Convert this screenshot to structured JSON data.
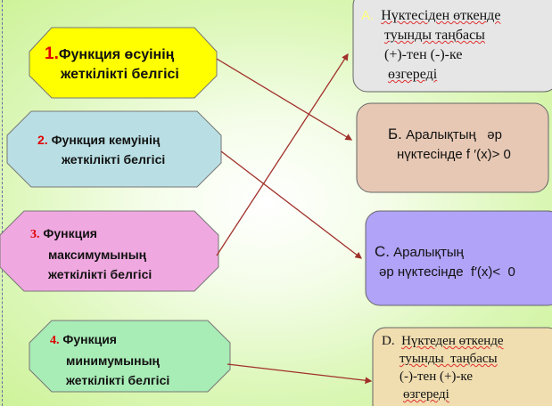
{
  "left": [
    {
      "num": "1.",
      "lines": [
        "Функция өсуінің",
        "жеткілікті белгісі"
      ],
      "color": "#ffff00"
    },
    {
      "num": "2.",
      "lines": [
        "Функция кемуінің",
        "жеткілікті белгісі"
      ],
      "color": "#b9dfe4"
    },
    {
      "num": "3.",
      "lines": [
        "Функция",
        "максимумының",
        "жеткілікті  белгісі"
      ],
      "color": "#f0a8e0"
    },
    {
      "num": "4.",
      "lines": [
        "Функция",
        "минимумының",
        "жеткілікті белгісі"
      ],
      "color": "#a8ecb6"
    }
  ],
  "right": [
    {
      "letter": "А.",
      "lines": [
        "Нүктесіден өткенде",
        "туынды таңбасы",
        "(+)-тен (-)-ке",
        "өзгереді"
      ],
      "color": "#e6e6e6"
    },
    {
      "letter": "Б.",
      "lines": [
        "Аралықтың   әр",
        "нүктесінде f ′(x)> 0"
      ],
      "color": "#e6c8b4"
    },
    {
      "letter": "С.",
      "lines": [
        "Аралықтың",
        "әр нүктесінде  f′(x)<  0"
      ],
      "color": "#b0a3f8"
    },
    {
      "letter": "D.",
      "lines": [
        "Нүктеден өткенде",
        "туынды  таңбасы",
        "(-)-тен (+)-ке",
        "өзгереді"
      ],
      "color": "#f0ddb0"
    }
  ],
  "arrow_color": "#a0302a"
}
